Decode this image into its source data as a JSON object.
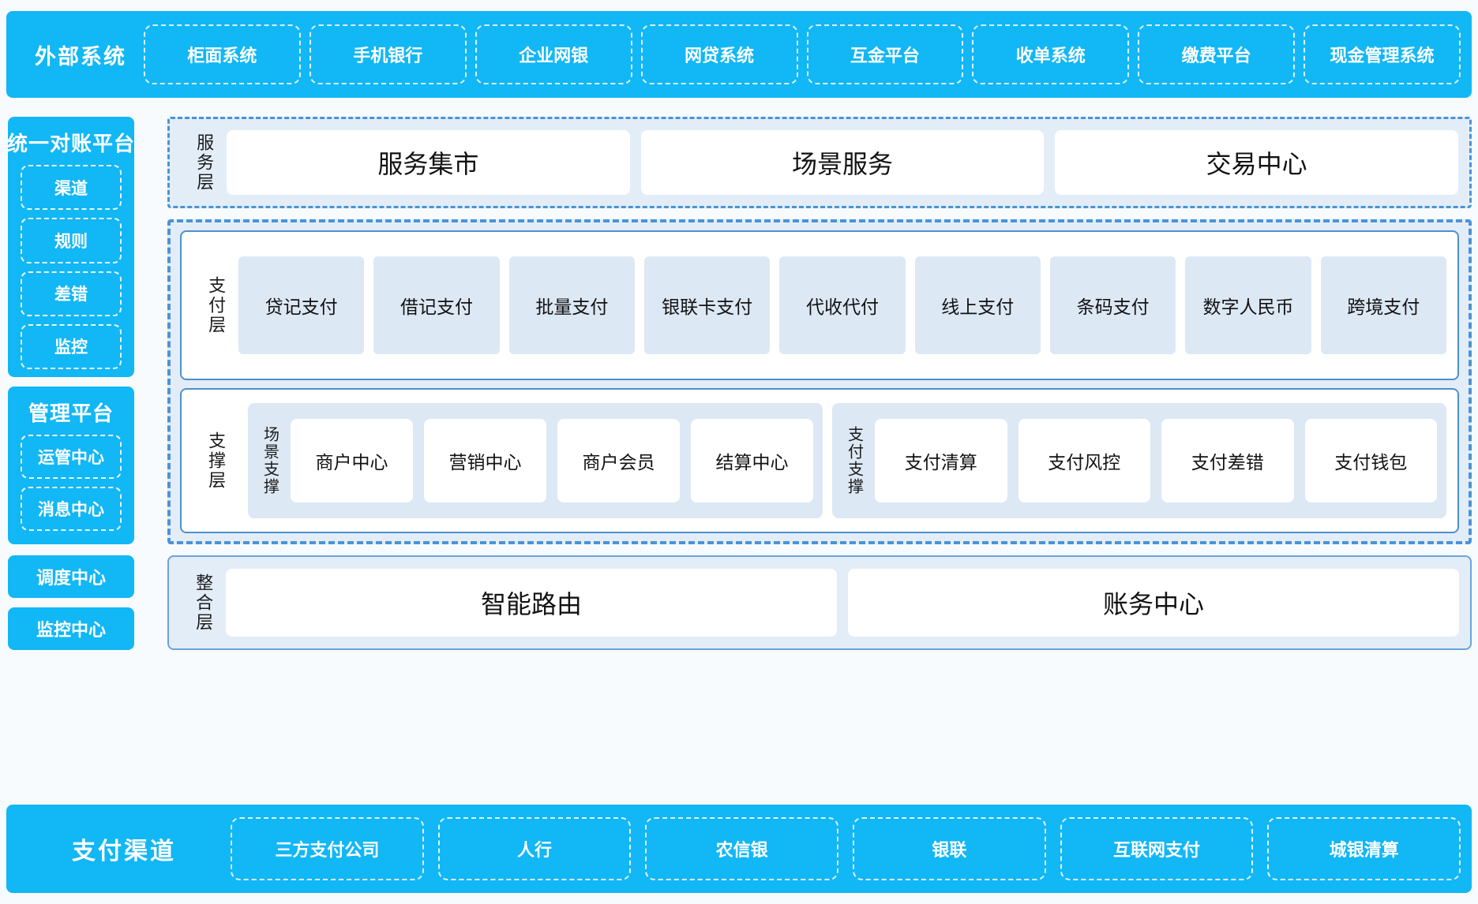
{
  "external": {
    "title": "外部系统",
    "items": [
      "柜面系统",
      "手机银行",
      "企业网银",
      "网贷系统",
      "互金平台",
      "收单系统",
      "缴费平台",
      "现金管理系统"
    ]
  },
  "left": {
    "recon": {
      "title": "统一对账平台",
      "items": [
        "渠道",
        "规则",
        "差错",
        "监控"
      ]
    },
    "manage": {
      "title": "管理平台",
      "items": [
        "运管中心",
        "消息中心"
      ]
    },
    "dispatch": "调度中心",
    "monitor": "监控中心"
  },
  "service_layer": {
    "label": "服务层",
    "items": [
      "服务集市",
      "场景服务",
      "交易中心"
    ]
  },
  "payment_layer": {
    "label": "支付层",
    "items": [
      "贷记支付",
      "借记支付",
      "批量支付",
      "银联卡支付",
      "代收代付",
      "线上支付",
      "条码支付",
      "数字人民币",
      "跨境支付"
    ]
  },
  "support_layer": {
    "label": "支撑层",
    "groups": [
      {
        "label": "场景支撑",
        "items": [
          "商户中心",
          "营销中心",
          "商户会员",
          "结算中心"
        ]
      },
      {
        "label": "支付支撑",
        "items": [
          "支付清算",
          "支付风控",
          "支付差错",
          "支付钱包"
        ]
      }
    ]
  },
  "integration_layer": {
    "label": "整合层",
    "items": [
      "智能路由",
      "账务中心"
    ]
  },
  "channels": {
    "title": "支付渠道",
    "items": [
      "三方支付公司",
      "人行",
      "农信银",
      "银联",
      "互联网支付",
      "城银清算"
    ]
  },
  "colors": {
    "brand_cyan": "#12b7f5",
    "panel_blue": "#e3edf8",
    "cell_blue": "#dde8f5",
    "border_blue": "#4f8fcc",
    "dash_blue": "#4b93d6"
  }
}
